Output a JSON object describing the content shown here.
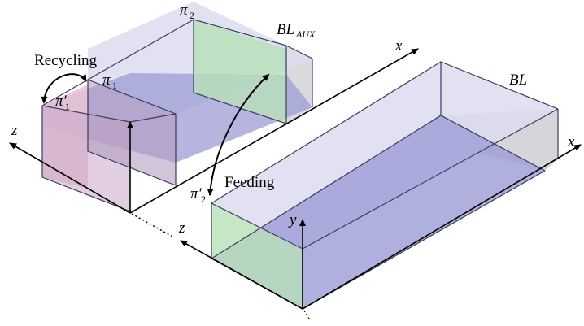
{
  "labels": {
    "recycling": "Recycling",
    "feeding": "Feeding",
    "pi1": "π",
    "pi1_sub": "1",
    "pi1_prime": "π′",
    "pi1_prime_sub": "1",
    "pi2": "π",
    "pi2_sub": "2",
    "pi2_prime": "π′",
    "pi2_prime_sub": "2",
    "bl_aux": "BL",
    "bl_aux_sub": "AUX",
    "bl": "BL",
    "axis_x_aux": "x",
    "axis_z_aux": "z",
    "axis_x_main": "x",
    "axis_z_main": "z",
    "axis_y_main": "y"
  },
  "colors": {
    "top_face": "#dcdcf0",
    "side_face": "#d0d0d6",
    "bottom_face": "#9c9cd6",
    "inlet_plane": "#e8c4d2",
    "recycle_plane": "#b49cc0",
    "feed_plane": "#b8e0b8",
    "edge": "#3a3d5c"
  }
}
